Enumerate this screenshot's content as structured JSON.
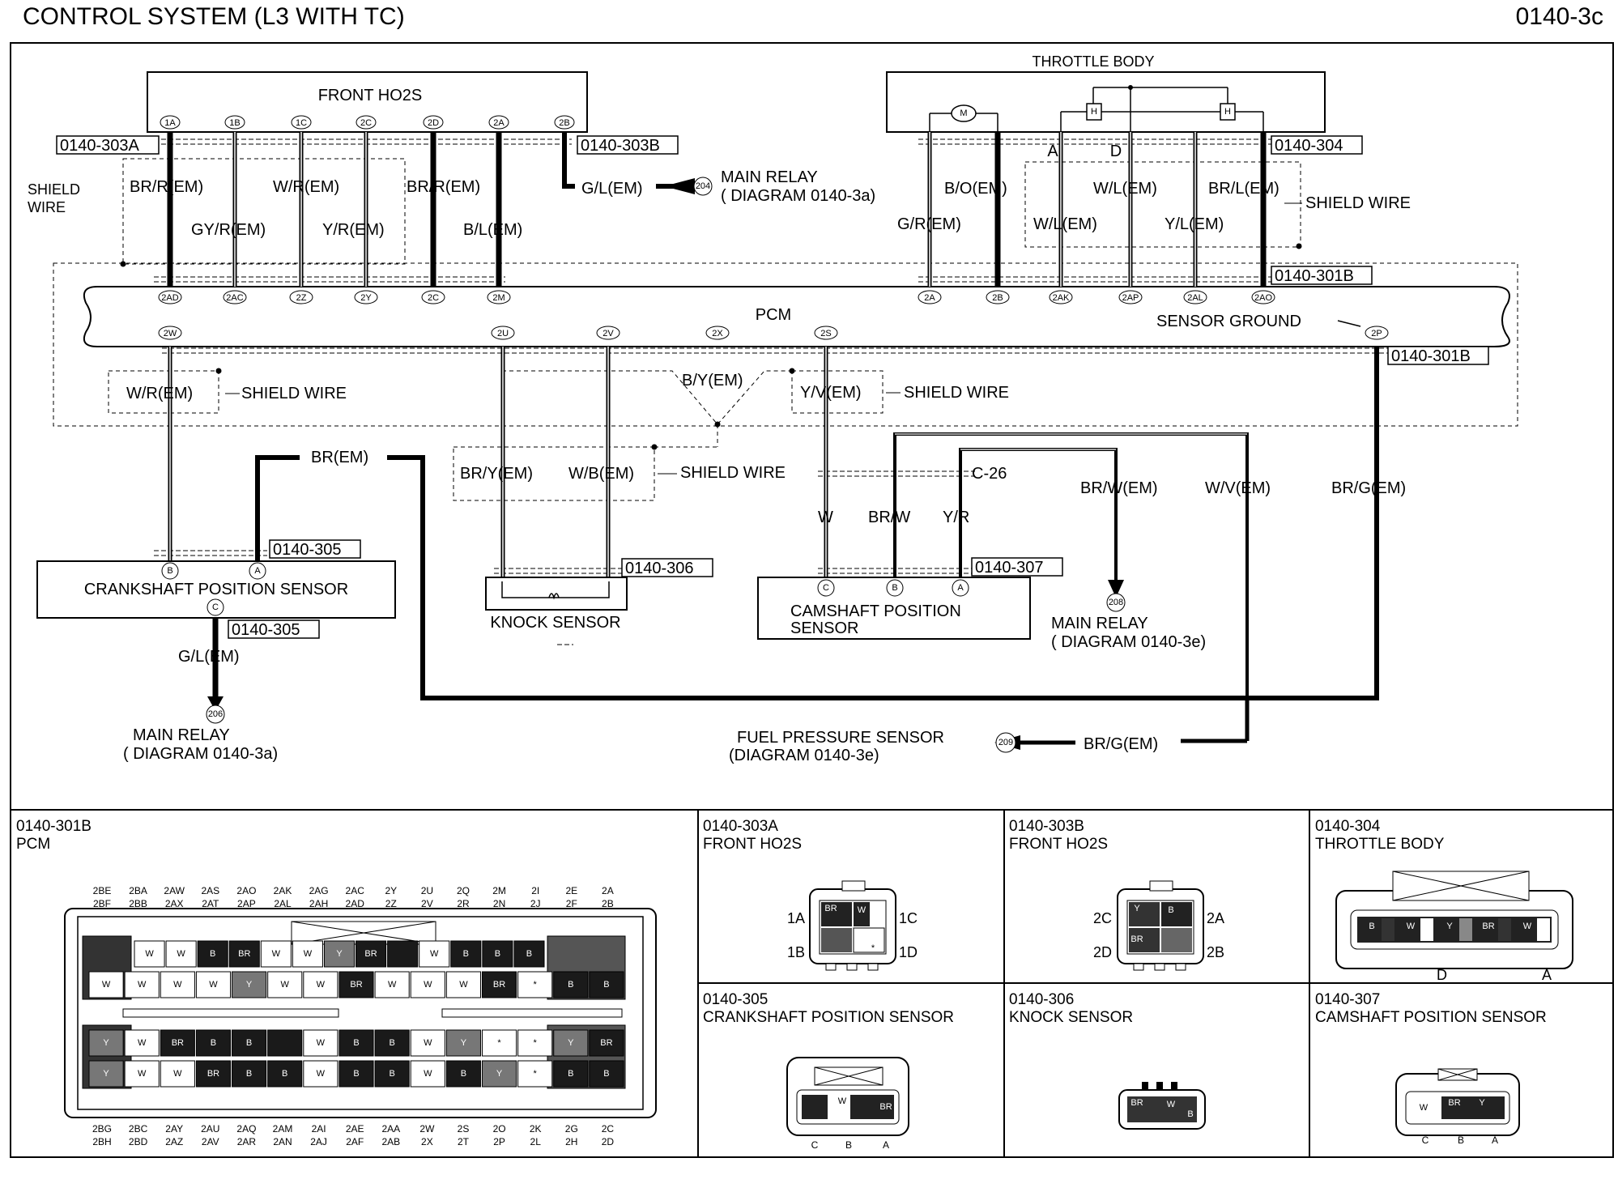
{
  "header": {
    "title": "CONTROL SYSTEM (L3 WITH TC)",
    "code": "0140-3c"
  },
  "components": {
    "front_ho2s": "FRONT HO2S",
    "throttle_body": "THROTTLE BODY",
    "pcm": "PCM",
    "ckp": "CRANKSHAFT POSITION SENSOR",
    "knock": "KNOCK SENSOR",
    "cmp_1": "CAMSHAFT POSITION",
    "cmp_2": "SENSOR"
  },
  "refs": {
    "r303a": "0140-303A",
    "r303b": "0140-303B",
    "r304": "0140-304",
    "r301b": "0140-301B",
    "r305": "0140-305",
    "r306": "0140-306",
    "r307": "0140-307"
  },
  "pins": {
    "ho2s": [
      "1A",
      "1B",
      "1C",
      "2C",
      "2D",
      "2A",
      "2B"
    ],
    "pcm_top": [
      "2AD",
      "2AC",
      "2Z",
      "2Y",
      "2C",
      "2M",
      "2A",
      "2B",
      "2AK",
      "2AP",
      "2AL",
      "2AO"
    ],
    "pcm_bot": [
      "2W",
      "2U",
      "2V",
      "2X",
      "2S",
      "2P"
    ],
    "ckp": {
      "b": "B",
      "a": "A",
      "c": "C"
    },
    "cmp": {
      "c": "C",
      "b": "B",
      "a": "A"
    },
    "tb_a": "A",
    "tb_d": "D",
    "motor": "M",
    "heater": "H"
  },
  "wires": {
    "w1": "BR/R(EM)",
    "w2": "GY/R(EM)",
    "w3": "W/R(EM)",
    "w4": "Y/R(EM)",
    "w5": "BR/R(EM)",
    "w6": "B/L(EM)",
    "w7": "G/L(EM)",
    "w8": "G/R(EM)",
    "w9": "B/O(EM)",
    "w10": "W/L(EM)",
    "w11": "W/L(EM)",
    "w12": "Y/L(EM)",
    "w13": "BR/L(EM)",
    "w14": "W/R(EM)",
    "w15": "BR(EM)",
    "w16": "B/Y(EM)",
    "w17": "BR/Y(EM)",
    "w18": "W/B(EM)",
    "w19": "Y/V(EM)",
    "w20": "W",
    "w21": "BR/W",
    "w22": "Y/R",
    "w23": "BR/W(EM)",
    "w24": "W/V(EM)",
    "w25": "BR/G(EM)",
    "w26": "G/L(EM)",
    "w27": "BR/G(EM)"
  },
  "labels": {
    "shield_wire": "SHIELD WIRE",
    "shield_wire_1": "SHIELD",
    "shield_wire_2": "WIRE",
    "sensor_ground": "SENSOR GROUND",
    "c26": "C-26",
    "main_relay": "MAIN RELAY",
    "diag_3a": "( DIAGRAM  0140-3a)",
    "diag_3a_b": "( DIAGRAM 0140-3a)",
    "diag_3e": "( DIAGRAM  0140-3e)",
    "fuel_pressure": "FUEL PRESSURE SENSOR",
    "diag_3e_b": "(DIAGRAM 0140-3e)"
  },
  "circles": {
    "c204": "204",
    "c206": "206",
    "c208": "208",
    "c209": "209"
  },
  "panels": {
    "pcm": {
      "code": "0140-301B",
      "name": "PCM",
      "top1": [
        "2BE",
        "2BA",
        "2AW",
        "2AS",
        "2AO",
        "2AK",
        "2AG",
        "2AC",
        "2Y",
        "2U",
        "2Q",
        "2M",
        "2I",
        "2E",
        "2A"
      ],
      "top2": [
        "2BF",
        "2BB",
        "2AX",
        "2AT",
        "2AP",
        "2AL",
        "2AH",
        "2AD",
        "2Z",
        "2V",
        "2R",
        "2N",
        "2J",
        "2F",
        "2B"
      ],
      "bot1": [
        "2BG",
        "2BC",
        "2AY",
        "2AU",
        "2AQ",
        "2AM",
        "2AI",
        "2AE",
        "2AA",
        "2W",
        "2S",
        "2O",
        "2K",
        "2G",
        "2C"
      ],
      "bot2": [
        "2BH",
        "2BD",
        "2AZ",
        "2AV",
        "2AR",
        "2AN",
        "2AJ",
        "2AF",
        "2AB",
        "2X",
        "2T",
        "2P",
        "2L",
        "2H",
        "2D"
      ],
      "row1": [
        "W",
        "W",
        "B",
        "BR",
        "W",
        "W",
        "Y",
        "BR",
        "",
        "W",
        "B",
        "B",
        "B"
      ],
      "row2": [
        "W",
        "W",
        "W",
        "W",
        "Y",
        "W",
        "W",
        "BR",
        "W",
        "W",
        "W",
        "BR",
        "*",
        "B",
        "B"
      ],
      "row3": [
        "Y",
        "W",
        "BR",
        "B",
        "B",
        "",
        "W",
        "B",
        "B",
        "W",
        "Y",
        "*",
        "*",
        "Y",
        "BR"
      ],
      "row4": [
        "Y",
        "W",
        "W",
        "BR",
        "B",
        "B",
        "W",
        "B",
        "B",
        "W",
        "B",
        "Y",
        "*",
        "B",
        "B"
      ]
    },
    "p303a": {
      "code": "0140-303A",
      "name": "FRONT HO2S",
      "pins": [
        "1A",
        "1B",
        "1C",
        "1D"
      ],
      "cells": [
        "BR",
        "W",
        "",
        "*"
      ]
    },
    "p303b": {
      "code": "0140-303B",
      "name": "FRONT HO2S",
      "pins": [
        "2C",
        "2D",
        "2A",
        "2B"
      ],
      "cells": [
        "Y",
        "B",
        "BR",
        ""
      ]
    },
    "p304": {
      "code": "0140-304",
      "name": "THROTTLE BODY",
      "cells": [
        "B",
        "W",
        "Y",
        "BR",
        "W"
      ],
      "d": "D",
      "a": "A"
    },
    "p305": {
      "code": "0140-305",
      "name": "CRANKSHAFT POSITION SENSOR",
      "cells": [
        "",
        "W",
        "BR"
      ],
      "pins": [
        "C",
        "B",
        "A"
      ]
    },
    "p306": {
      "code": "0140-306",
      "name": "KNOCK SENSOR",
      "cells": [
        "BR",
        "W",
        "B"
      ]
    },
    "p307": {
      "code": "0140-307",
      "name": "CAMSHAFT POSITION SENSOR",
      "cells": [
        "W",
        "BR",
        "Y"
      ],
      "pins": [
        "C",
        "B",
        "A"
      ]
    }
  },
  "colors": {
    "wire": "#000000",
    "background": "#ffffff",
    "pin_shade": "#444444"
  }
}
